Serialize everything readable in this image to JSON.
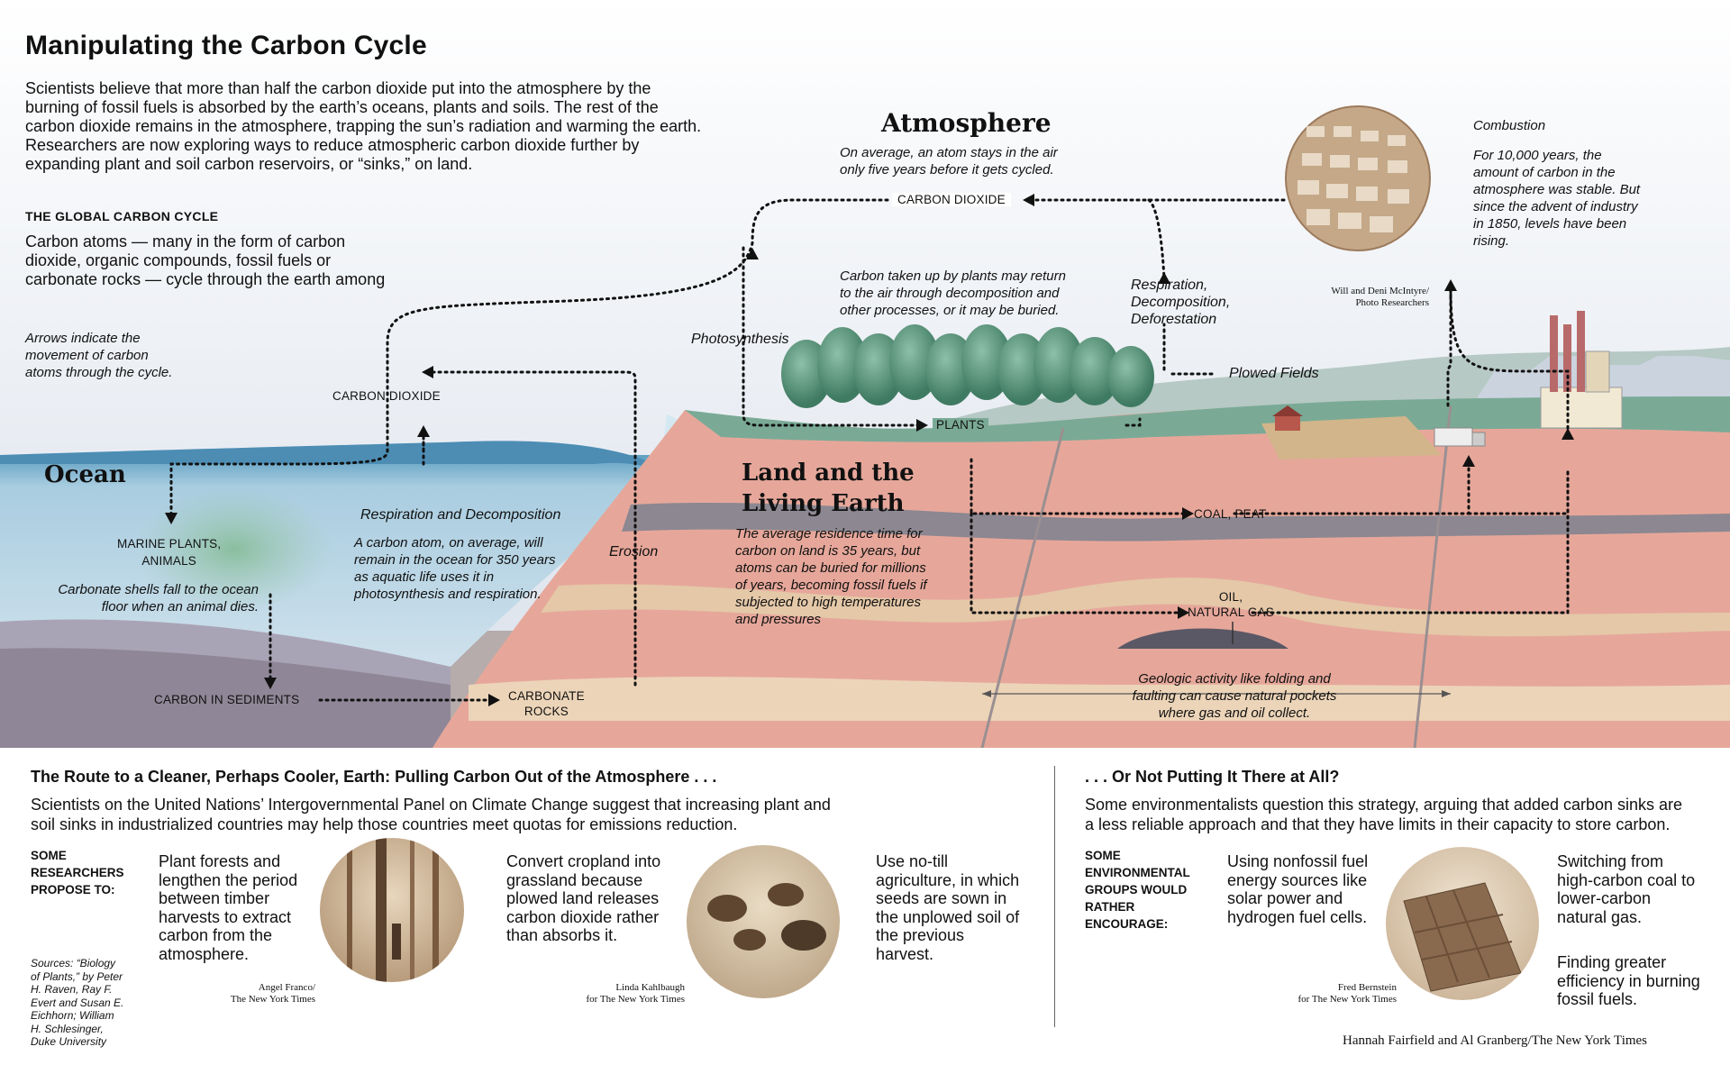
{
  "title": "Manipulating the Carbon Cycle",
  "intro": [
    "Scientists believe that more than half the carbon dioxide put into the atmosphere by the",
    "burning of fossil fuels is absorbed by the earth’s oceans, plants and soils. The rest of the",
    "carbon dioxide remains in the atmosphere, trapping the sun’s radiation and warming the earth.",
    "Researchers are now exploring ways to reduce atmospheric carbon dioxide further by",
    "expanding plant and soil carbon reservoirs, or “sinks,” on land."
  ],
  "global": {
    "heading": "THE GLOBAL CARBON CYCLE",
    "lines": [
      "Carbon atoms — many in the form of carbon",
      "dioxide, organic compounds, fossil fuels or",
      "carbonate rocks — cycle through the earth among"
    ],
    "arrows_note": [
      "Arrows indicate the",
      "movement of carbon",
      "atoms through the cycle."
    ]
  },
  "atmosphere": {
    "heading": "Atmosphere",
    "note": [
      "On average, an atom stays in the air",
      "only five years before it gets cycled."
    ],
    "co2": "CARBON DIOXIDE"
  },
  "combustion": {
    "heading": "Combustion",
    "text": [
      "For 10,000 years, the",
      "amount of carbon in the",
      "atmosphere was stable. But",
      "since the advent of industry",
      "in 1850, levels have been",
      "rising."
    ],
    "credit": [
      "Will and Deni McIntyre/",
      "Photo Researchers"
    ]
  },
  "land_labels": {
    "plants_note": [
      "Carbon taken up by plants may return",
      "to the air through decomposition and",
      "other processes, or it may be buried."
    ],
    "respiration": [
      "Respiration,",
      "Decomposition,",
      "Deforestation"
    ],
    "photosynthesis": "Photosynthesis",
    "plowed": "Plowed Fields",
    "plants": "PLANTS",
    "coal": "COAL, PEAT",
    "oil": [
      "OIL,",
      "NATURAL GAS"
    ],
    "land_heading": [
      "Land and the",
      "Living Earth"
    ],
    "land_note": [
      "The average residence time for",
      "carbon on land is 35 years, but",
      "atoms can be buried for millions",
      "of years, becoming fossil fuels if",
      "subjected to high temperatures",
      "and pressures"
    ],
    "geologic": [
      "Geologic  activity like folding and",
      "faulting can cause natural pockets",
      "where gas and oil collect."
    ]
  },
  "ocean_labels": {
    "ocean": "Ocean",
    "co2": "CARBON DIOXIDE",
    "marine": [
      "MARINE PLANTS,",
      "ANIMALS"
    ],
    "shells": [
      "Carbonate shells fall to the ocean",
      "floor when an animal dies."
    ],
    "resp_heading": "Respiration and Decomposition",
    "resp_text": [
      "A carbon atom, on average, will",
      "remain in the ocean for 350 years",
      "as aquatic life uses it in",
      "photosynthesis and respiration."
    ],
    "erosion": "Erosion",
    "sediments": "CARBON IN SEDIMENTS",
    "carbonate": [
      "CARBONATE",
      "ROCKS"
    ]
  },
  "bottom_left": {
    "title": "The Route to a Cleaner, Perhaps Cooler, Earth: Pulling Carbon Out of the Atmosphere . . .",
    "sub": [
      "Scientists on the United Nations’ Intergovernmental Panel on Climate Change suggest that increasing plant and",
      "soil sinks in industrialized countries may help those countries meet quotas for emissions reduction."
    ],
    "propose": [
      "SOME",
      "RESEARCHERS",
      "PROPOSE TO:"
    ],
    "item1": [
      "Plant forests and",
      "lengthen the period",
      "between timber",
      "harvests to extract",
      "carbon from the",
      "atmosphere."
    ],
    "credit1": [
      "Angel Franco/",
      "The New York Times"
    ],
    "item2": [
      "Convert cropland into",
      "grassland because",
      "plowed land releases",
      "carbon dioxide rather",
      "than absorbs it."
    ],
    "credit2": [
      "Linda Kahlbaugh",
      "for The New York Times"
    ],
    "item3": [
      "Use no-till",
      "agriculture, in which",
      "seeds are sown in",
      "the unplowed soil of",
      "the previous",
      "harvest."
    ],
    "sources": [
      "Sources: “Biology",
      "of Plants,” by Peter",
      "H. Raven, Ray F.",
      "Evert and Susan E.",
      "Eichhorn; William",
      "H. Schlesinger,",
      "Duke University"
    ]
  },
  "bottom_right": {
    "title": ". . . Or Not Putting It There at All?",
    "sub": [
      "Some environmentalists question this strategy, arguing that added carbon sinks are",
      "a less reliable approach and that they have limits in their capacity to store carbon."
    ],
    "groups": [
      "SOME",
      "ENVIRONMENTAL",
      "GROUPS WOULD",
      "RATHER",
      "ENCOURAGE:"
    ],
    "item1": [
      "Using nonfossil fuel",
      "energy sources like",
      "solar power and",
      "hydrogen fuel cells."
    ],
    "credit": [
      "Fred Bernstein",
      "for The New York Times"
    ],
    "item2": [
      "Switching from",
      "high-carbon coal to",
      "lower-carbon",
      "natural gas."
    ],
    "item3": [
      "Finding greater",
      "efficiency in burning",
      "fossil fuels."
    ]
  },
  "byline": "Hannah Fairfield and Al Granberg/The New York Times",
  "colors": {
    "sky": "#dfe6ee",
    "ocean": "#6fa6c4",
    "land_pink": "#e6a79a",
    "sand": "#e9c9b0",
    "bedrock": "#b9aeae",
    "sepia": "#9c7a5c"
  }
}
